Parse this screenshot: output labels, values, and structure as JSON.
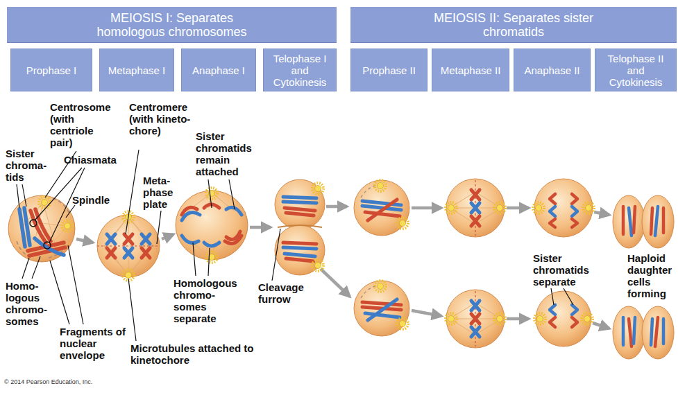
{
  "diagram": {
    "nodes": [
      {
        "text": [
          "MEIOSIS I: Separates homologous chromosomes"
        ]
      },
      {
        "text": [
          "MEIOSIS II: Separates sister chromatids"
        ]
      },
      {
        "text": [
          "Prophase I"
        ]
      },
      {
        "text": [
          "Metaphase I"
        ]
      },
      {
        "text": [
          "Anaphase I"
        ]
      },
      {
        "text": [
          "Telophase I and Cytokinesis"
        ]
      },
      {
        "text": [
          "Prophase II"
        ]
      },
      {
        "text": [
          "Metaphase II"
        ]
      },
      {
        "text": [
          "Anaphase II"
        ]
      },
      {
        "text": [
          "Telophase II and Cytokinesis"
        ]
      }
    ],
    "labels": [
      "Sister chroma- tids",
      "Centrosome (with centriole pair)",
      "Chiasmata",
      "Spindle",
      "Centromere (with kineto- chore)",
      "Meta- phase plate",
      "Sister chromatids remain attached",
      "Homo- logous chromo- somes",
      "Homologous chromo- somes separate",
      "Fragments of nuclear envelope",
      "Microtubules attached to kinetochore",
      "Cleavage furrow",
      "Sister chromatids separate",
      "Haploid daughter cells forming",
      "© 2014 Pearson Education, Inc."
    ]
  }
}
